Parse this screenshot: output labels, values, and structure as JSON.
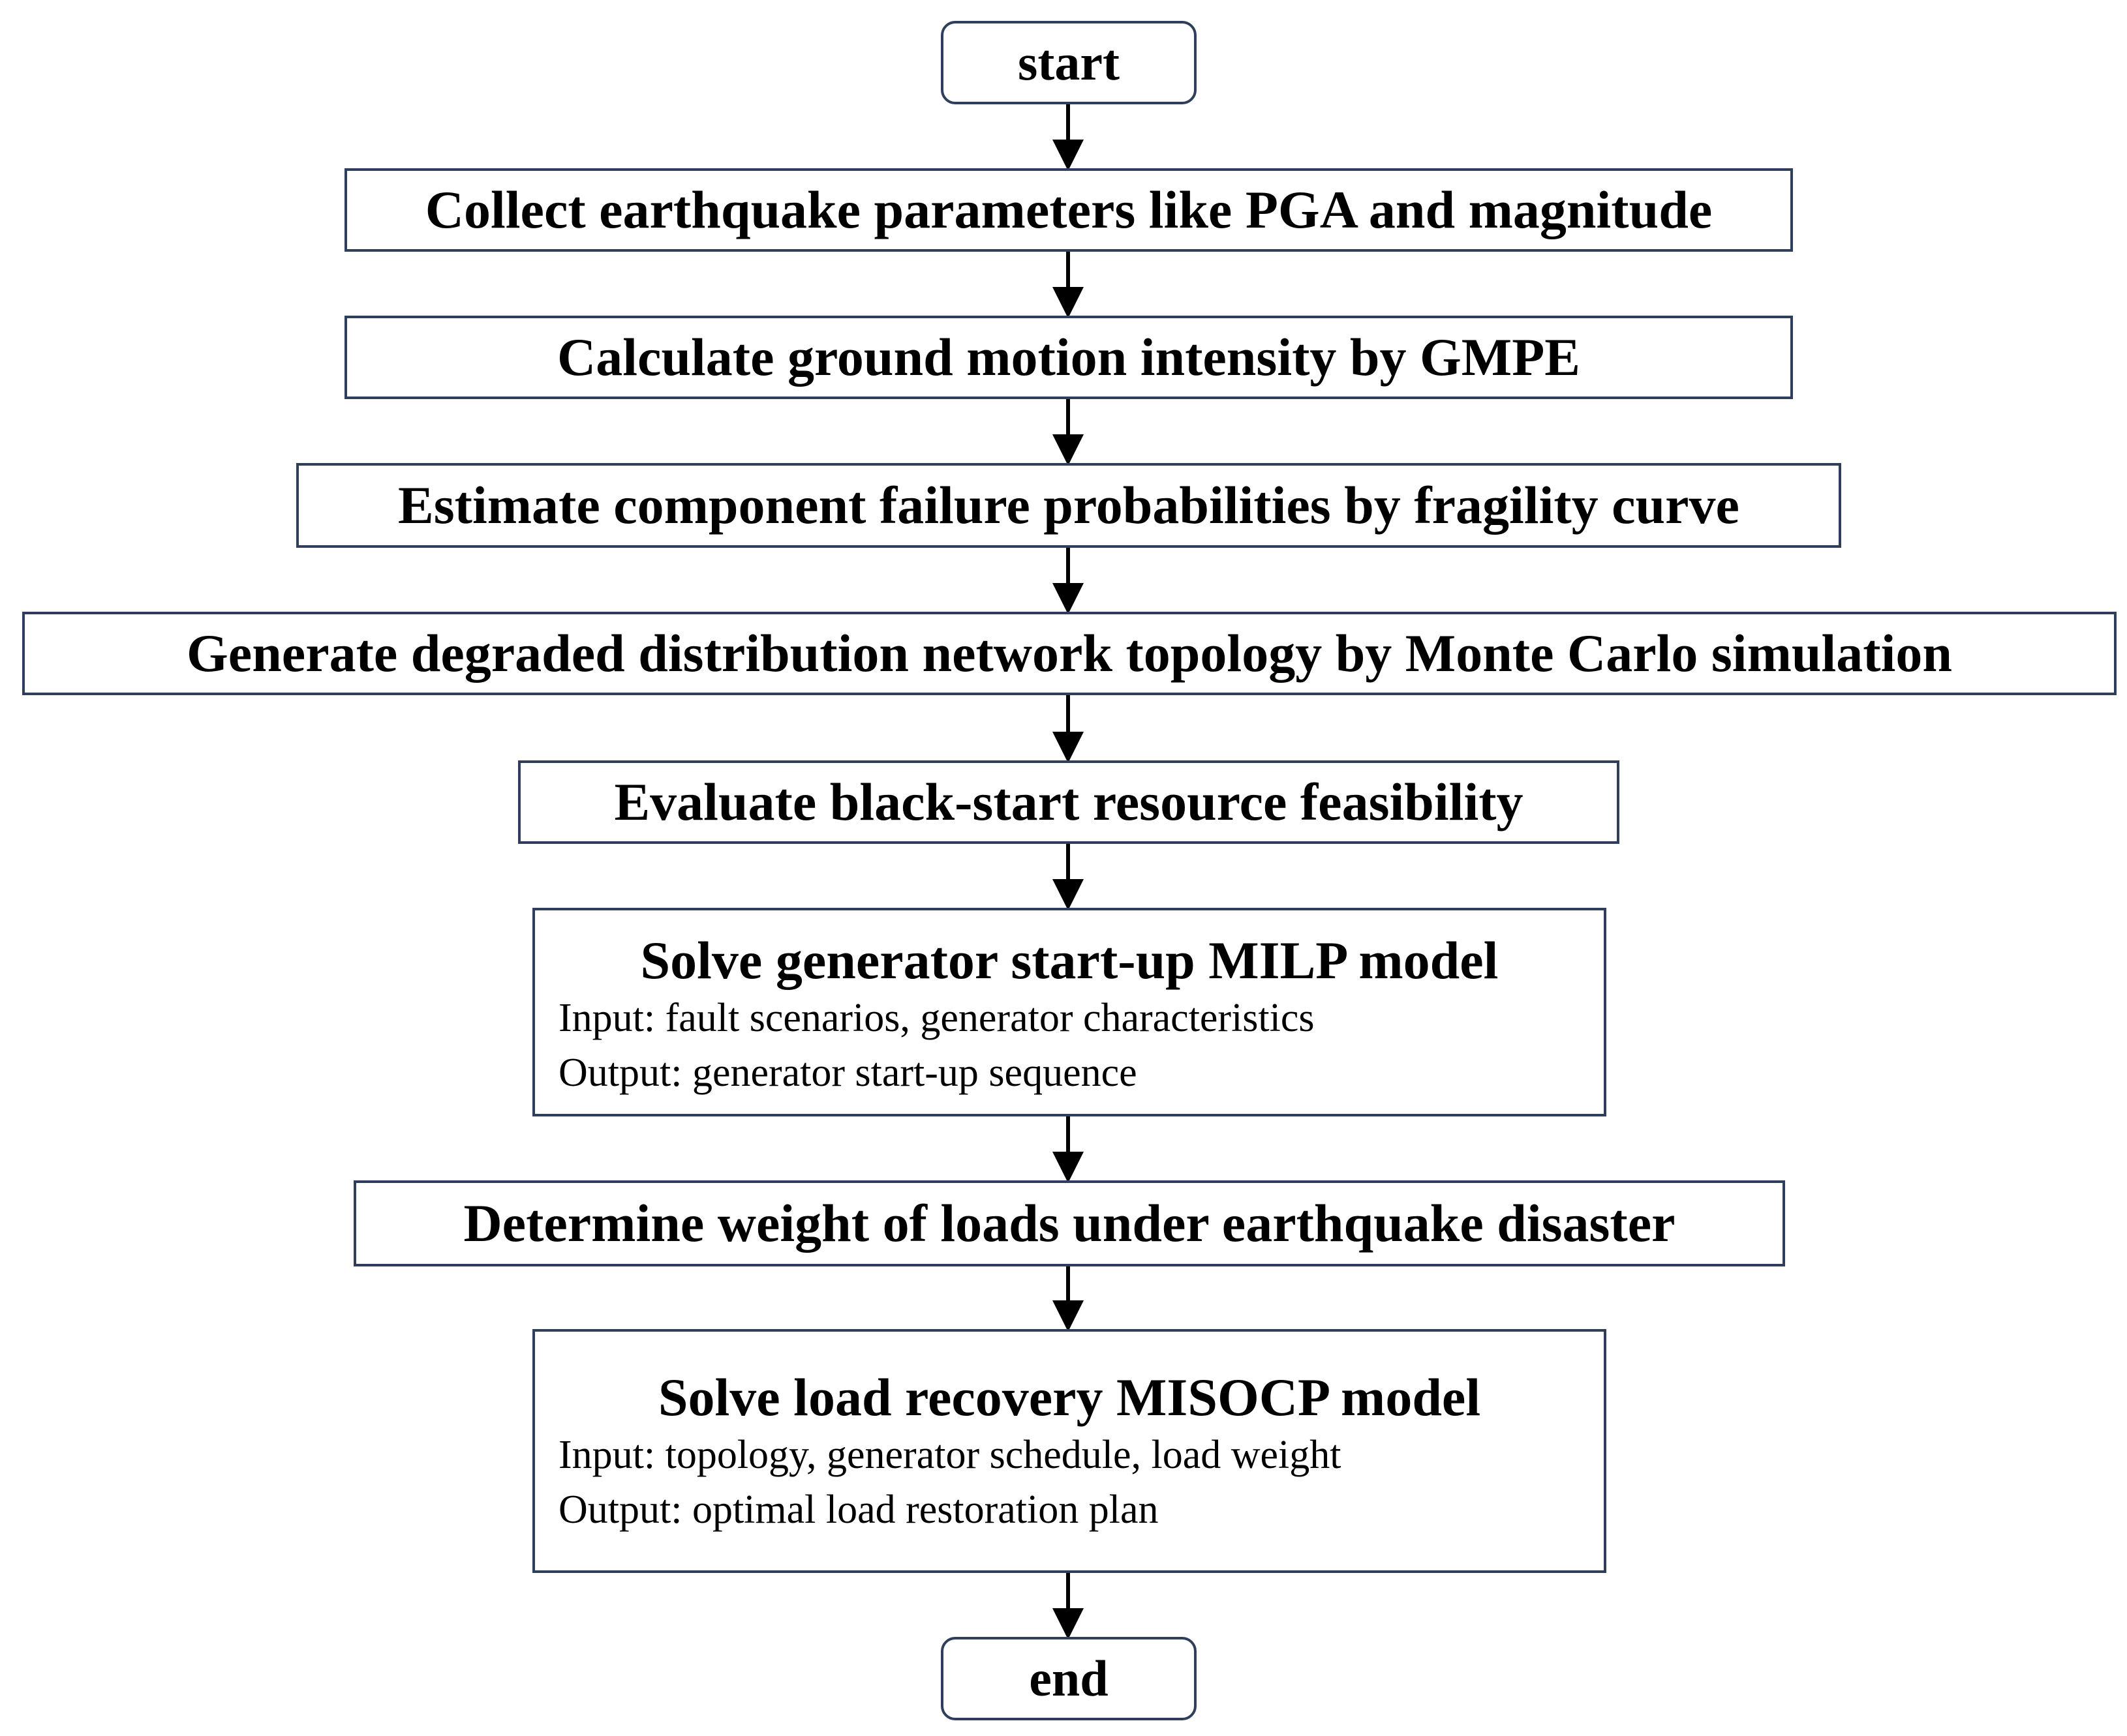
{
  "flowchart": {
    "start_label": "start",
    "end_label": "end",
    "steps": [
      {
        "title": "Collect earthquake parameters like PGA and magnitude"
      },
      {
        "title": "Calculate ground motion intensity by GMPE"
      },
      {
        "title": "Estimate component failure probabilities by fragility curve"
      },
      {
        "title": "Generate degraded distribution network topology by Monte Carlo simulation"
      },
      {
        "title": "Evaluate black-start resource feasibility"
      },
      {
        "title": "Solve generator start-up MILP model",
        "input": "Input: fault scenarios, generator characteristics",
        "output": "Output: generator start-up sequence"
      },
      {
        "title": "Determine weight of loads under earthquake disaster"
      },
      {
        "title": "Solve load recovery MISOCP model",
        "input": "Input: topology, generator schedule, load weight",
        "output": "Output: optimal load restoration plan"
      }
    ]
  },
  "colors": {
    "border": "#2f3e5a",
    "arrow": "#000000",
    "background": "#ffffff"
  }
}
